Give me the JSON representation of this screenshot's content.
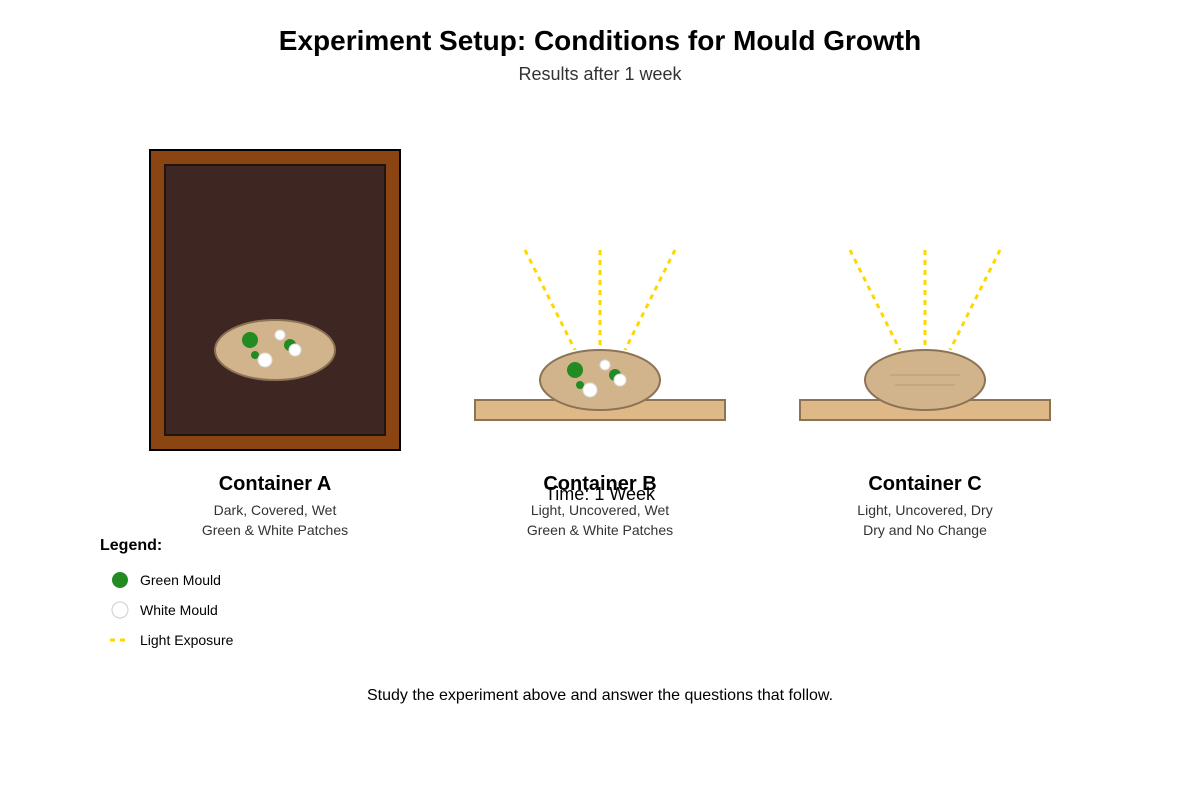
{
  "title": "Experiment Setup: Conditions for Mould Growth",
  "subtitle": "Results after 1 week",
  "colors": {
    "box_outer": "#8b4513",
    "box_inner": "#3e2723",
    "bread": "#d2b48c",
    "bread_edge": "#8b7355",
    "surface": "#deb887",
    "green_mould": "#228b22",
    "white_mould": "#ffffff",
    "light_ray": "#ffd700"
  },
  "containers": [
    {
      "id": "a",
      "label": "Container A",
      "conditions": "Dark, Covered, Wet",
      "result": "Green & White Patches"
    },
    {
      "id": "b",
      "label": "Container B",
      "conditions": "Light, Uncovered, Wet",
      "result": "Green & White Patches"
    },
    {
      "id": "c",
      "label": "Container C",
      "conditions": "Light, Uncovered, Dry",
      "result": "Dry and No Change"
    }
  ],
  "time_label": "Time: 1 Week",
  "legend": {
    "title": "Legend:",
    "items": [
      {
        "label": "Green Mould",
        "icon": "green-mould-icon"
      },
      {
        "label": "White Mould",
        "icon": "white-mould-icon"
      },
      {
        "label": "Light Exposure",
        "icon": "light-exposure-icon"
      }
    ]
  },
  "footer": "Study the experiment above and answer the questions that follow."
}
